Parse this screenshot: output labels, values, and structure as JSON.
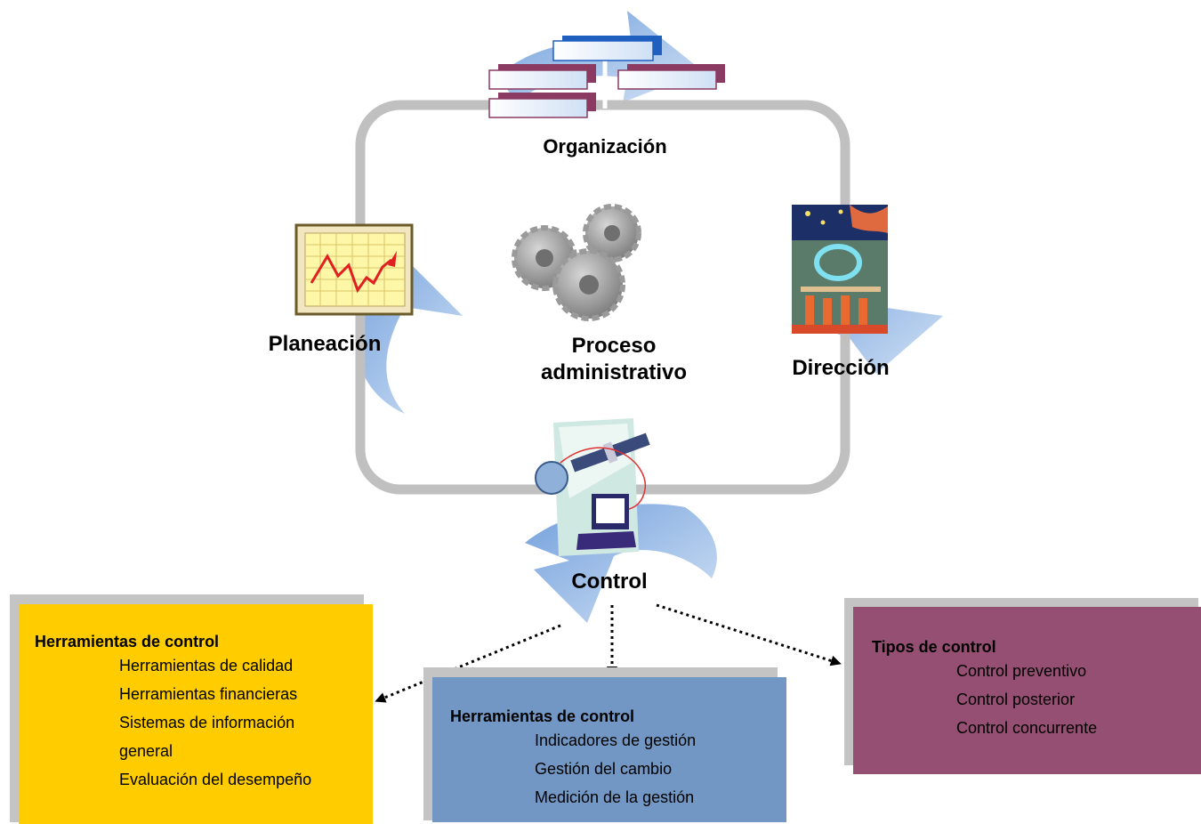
{
  "center": {
    "line1": "Proceso",
    "line2": "administrativo"
  },
  "stages": {
    "organizacion": "Organización",
    "planeacion": "Planeación",
    "direccion": "Dirección",
    "control": "Control"
  },
  "boxes": {
    "left": {
      "title": "Herramientas de control",
      "items": [
        "Herramientas de calidad",
        "Herramientas financieras",
        "Sistemas de información",
        "general",
        "Evaluación del desempeño"
      ],
      "color": "#ffcc00"
    },
    "middle": {
      "title": "Herramientas de control",
      "items": [
        "Indicadores de gestión",
        "Gestión del cambio",
        "Medición de la gestión"
      ],
      "color": "#7297c4"
    },
    "right": {
      "title": "Tipos de control",
      "items": [
        "Control preventivo",
        "Control posterior",
        "Control concurrente"
      ],
      "color": "#954f72"
    }
  },
  "colors": {
    "cycle_ring": "#c0c0c0",
    "arrow_fill": "#8eb4e3",
    "shadow": "#c4c4c4"
  }
}
